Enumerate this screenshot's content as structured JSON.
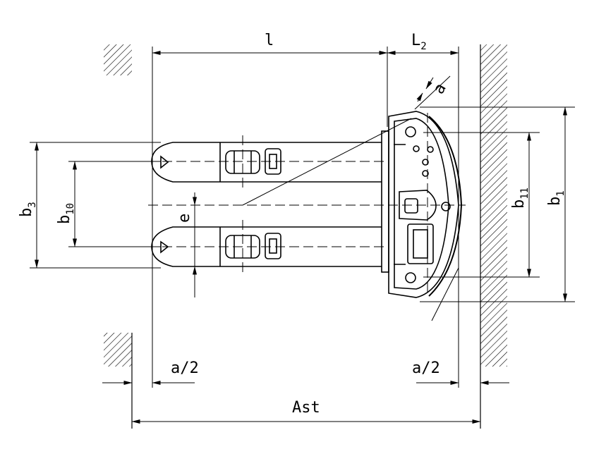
{
  "diagram": {
    "dimension_labels": {
      "l": "l",
      "L2_base": "L",
      "L2_sub": "2",
      "a": "a",
      "b3_base": "b",
      "b3_sub": "3",
      "b10_base": "b",
      "b10_sub": "10",
      "e": "e",
      "b11_base": "b",
      "b11_sub": "11",
      "b1_base": "b",
      "b1_sub": "1",
      "half_a_left": "a/2",
      "half_a_right": "a/2",
      "Ast": "Ast"
    }
  }
}
